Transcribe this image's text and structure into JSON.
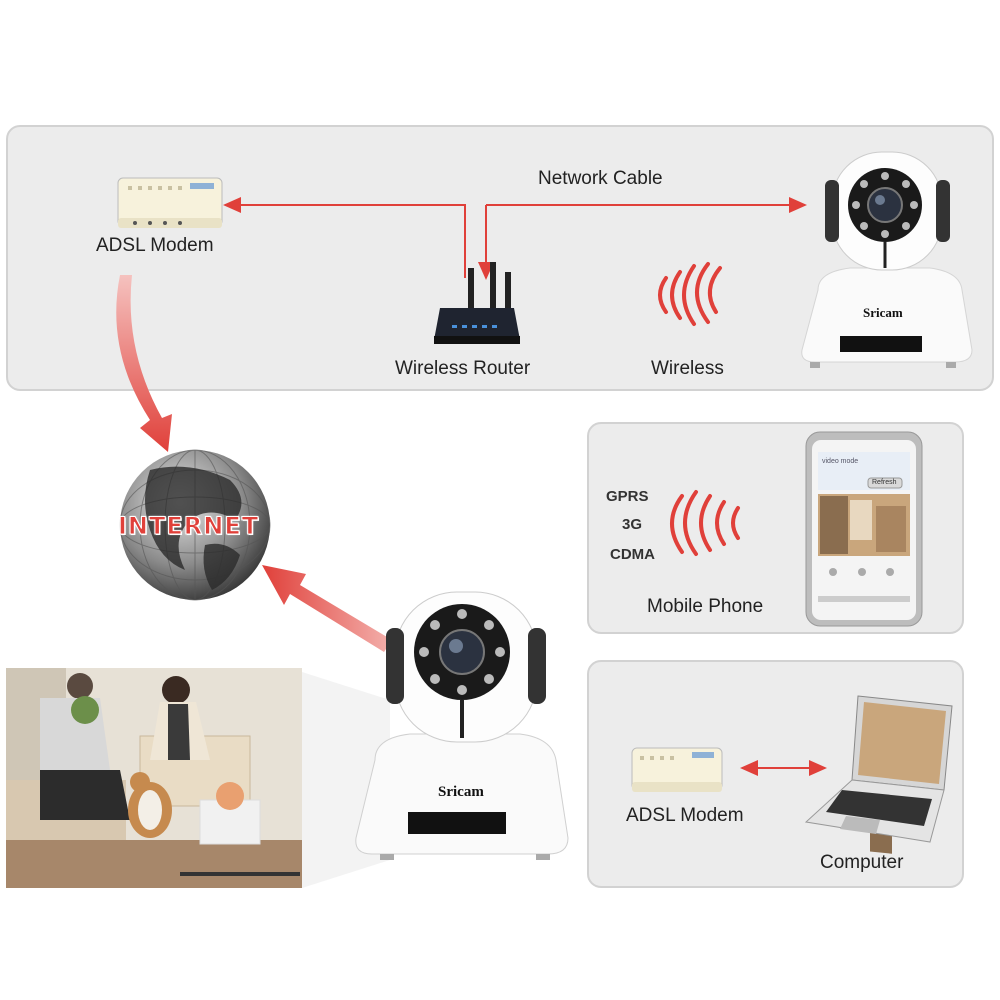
{
  "top_panel": {
    "adsl_modem_label": "ADSL Modem",
    "network_cable_label": "Network Cable",
    "router_label": "Wireless Router",
    "wireless_label": "Wireless",
    "camera_brand": "Sricam"
  },
  "internet": {
    "label": "INTERNET"
  },
  "mobile_panel": {
    "networks": [
      "GPRS",
      "3G",
      "CDMA"
    ],
    "label": "Mobile Phone",
    "phone_screen_title": "video mode",
    "phone_button": "Refresh"
  },
  "computer_panel": {
    "adsl_modem_label": "ADSL Modem",
    "computer_label": "Computer"
  },
  "camera_main": {
    "brand": "Sricam"
  },
  "colors": {
    "arrow_red": "#e0403a",
    "panel_bg": "#ececec"
  }
}
